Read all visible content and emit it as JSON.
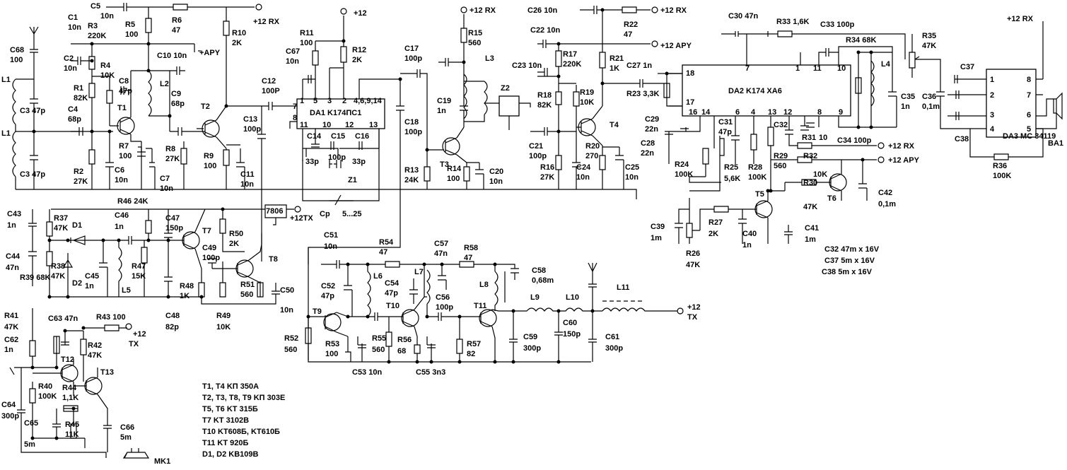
{
  "labels": [
    {
      "id": "c1",
      "t": "C1"
    },
    {
      "id": "c1v",
      "t": "10n"
    },
    {
      "id": "c5",
      "t": "C5"
    },
    {
      "id": "c5v",
      "t": "10n"
    },
    {
      "id": "r6",
      "t": "R6"
    },
    {
      "id": "r6v",
      "t": "47"
    },
    {
      "id": "rx1",
      "t": "+12 RX"
    },
    {
      "id": "r5",
      "t": "R5"
    },
    {
      "id": "r5v",
      "t": "100"
    },
    {
      "id": "r3",
      "t": "R3"
    },
    {
      "id": "r3v",
      "t": "220K"
    },
    {
      "id": "r10",
      "t": "R10"
    },
    {
      "id": "r10v",
      "t": "2K"
    },
    {
      "id": "c68",
      "t": "C68"
    },
    {
      "id": "c68v",
      "t": "100"
    },
    {
      "id": "c2",
      "t": "C2"
    },
    {
      "id": "c2v",
      "t": "10n"
    },
    {
      "id": "r4",
      "t": "R4"
    },
    {
      "id": "r4v",
      "t": "10K"
    },
    {
      "id": "c10",
      "t": "C10  10n"
    },
    {
      "id": "aru1",
      "t": "+APY"
    },
    {
      "id": "l1a",
      "t": "L1"
    },
    {
      "id": "r1",
      "t": "R1"
    },
    {
      "id": "r1v",
      "t": "82K"
    },
    {
      "id": "c8",
      "t": "C8"
    },
    {
      "id": "c8v",
      "t": "47p"
    },
    {
      "id": "l2",
      "t": "L2"
    },
    {
      "id": "c3a",
      "t": "C3  47p"
    },
    {
      "id": "c4",
      "t": "C4"
    },
    {
      "id": "c4v",
      "t": "68p"
    },
    {
      "id": "t1",
      "t": "T1"
    },
    {
      "id": "c9",
      "t": "C9"
    },
    {
      "id": "c9v",
      "t": "68p"
    },
    {
      "id": "t2",
      "t": "T2"
    },
    {
      "id": "l1b",
      "t": "L1"
    },
    {
      "id": "c3b",
      "t": "C3  47p"
    },
    {
      "id": "r7",
      "t": "R7"
    },
    {
      "id": "r7v",
      "t": "100"
    },
    {
      "id": "r8",
      "t": "R8"
    },
    {
      "id": "r8v",
      "t": "27K"
    },
    {
      "id": "r9",
      "t": "R9"
    },
    {
      "id": "r9v",
      "t": "100"
    },
    {
      "id": "r2",
      "t": "R2"
    },
    {
      "id": "r2v",
      "t": "27K"
    },
    {
      "id": "c6",
      "t": "C6"
    },
    {
      "id": "c6v",
      "t": "10n"
    },
    {
      "id": "c7",
      "t": "C7"
    },
    {
      "id": "c7v",
      "t": "10n"
    },
    {
      "id": "c11",
      "t": "C11"
    },
    {
      "id": "c11v",
      "t": "10n"
    },
    {
      "id": "p12",
      "t": "+12"
    },
    {
      "id": "r11",
      "t": "R11"
    },
    {
      "id": "r11v",
      "t": "100"
    },
    {
      "id": "r12",
      "t": "R12"
    },
    {
      "id": "r12v",
      "t": "2K"
    },
    {
      "id": "c67",
      "t": "C67"
    },
    {
      "id": "c67v",
      "t": "10n"
    },
    {
      "id": "c12",
      "t": "C12"
    },
    {
      "id": "c12v",
      "t": "100P"
    },
    {
      "id": "da1p1",
      "t": "1"
    },
    {
      "id": "da1p5",
      "t": "5"
    },
    {
      "id": "da1p3",
      "t": "3"
    },
    {
      "id": "da1p2",
      "t": "2"
    },
    {
      "id": "da1p4",
      "t": "4,6,9,14"
    },
    {
      "id": "da1p7",
      "t": "7"
    },
    {
      "id": "da1p8",
      "t": "8"
    },
    {
      "id": "da1",
      "t": "DA1 K174ПС1"
    },
    {
      "id": "da1p11",
      "t": "11"
    },
    {
      "id": "da1p10",
      "t": "10"
    },
    {
      "id": "da1p12",
      "t": "12"
    },
    {
      "id": "da1p13",
      "t": "13"
    },
    {
      "id": "c13",
      "t": "C13"
    },
    {
      "id": "c13v",
      "t": "100p"
    },
    {
      "id": "c14",
      "t": "C14"
    },
    {
      "id": "c15",
      "t": "C15"
    },
    {
      "id": "c16",
      "t": "C16"
    },
    {
      "id": "c15v",
      "t": "100p"
    },
    {
      "id": "c14v",
      "t": "33p"
    },
    {
      "id": "c16v",
      "t": "33p"
    },
    {
      "id": "z1",
      "t": "Z1"
    },
    {
      "id": "cp",
      "t": "Cp"
    },
    {
      "id": "cpv",
      "t": "5...25"
    },
    {
      "id": "c17",
      "t": "C17"
    },
    {
      "id": "c17v",
      "t": "100p"
    },
    {
      "id": "c18",
      "t": "C18"
    },
    {
      "id": "c18v",
      "t": "100p"
    },
    {
      "id": "rx2",
      "t": "+12 RX"
    },
    {
      "id": "r15",
      "t": "R15"
    },
    {
      "id": "r15v",
      "t": "560"
    },
    {
      "id": "l3",
      "t": "L3"
    },
    {
      "id": "z2",
      "t": "Z2"
    },
    {
      "id": "c19",
      "t": "C19"
    },
    {
      "id": "c19v",
      "t": "1n"
    },
    {
      "id": "t3",
      "t": "T3"
    },
    {
      "id": "r13",
      "t": "R13"
    },
    {
      "id": "r13v",
      "t": "24K"
    },
    {
      "id": "r14",
      "t": "R14"
    },
    {
      "id": "r14v",
      "t": "100"
    },
    {
      "id": "c20",
      "t": "C20"
    },
    {
      "id": "c20v",
      "t": "10n"
    },
    {
      "id": "c26",
      "t": "C26  10n"
    },
    {
      "id": "rx3",
      "t": "+12 RX"
    },
    {
      "id": "c22",
      "t": "C22  10n"
    },
    {
      "id": "r22",
      "t": "R22"
    },
    {
      "id": "r22v",
      "t": "47"
    },
    {
      "id": "aru2",
      "t": "+12 APY"
    },
    {
      "id": "r17",
      "t": "R17"
    },
    {
      "id": "r17v",
      "t": "220K"
    },
    {
      "id": "c23",
      "t": "C23  10n"
    },
    {
      "id": "r21",
      "t": "R21"
    },
    {
      "id": "r21v",
      "t": "1K"
    },
    {
      "id": "c27",
      "t": "C27 1n"
    },
    {
      "id": "r18",
      "t": "R18"
    },
    {
      "id": "r18v",
      "t": "82K"
    },
    {
      "id": "r19",
      "t": "R19"
    },
    {
      "id": "r19v",
      "t": "10K"
    },
    {
      "id": "r23",
      "t": "R23  3,3K"
    },
    {
      "id": "t4",
      "t": "T4"
    },
    {
      "id": "c21",
      "t": "C21"
    },
    {
      "id": "c21v",
      "t": "100p"
    },
    {
      "id": "r16",
      "t": "R16"
    },
    {
      "id": "r16v",
      "t": "27K"
    },
    {
      "id": "c24",
      "t": "C24"
    },
    {
      "id": "c24v",
      "t": "10n"
    },
    {
      "id": "r20",
      "t": "R20"
    },
    {
      "id": "r20v",
      "t": "270"
    },
    {
      "id": "c25",
      "t": "C25"
    },
    {
      "id": "c25v",
      "t": "10n"
    },
    {
      "id": "c30",
      "t": "C30   47n"
    },
    {
      "id": "r33",
      "t": "R33  1,6K"
    },
    {
      "id": "c33",
      "t": "C33  100p"
    },
    {
      "id": "r34",
      "t": "R34  68K"
    },
    {
      "id": "da2p7",
      "t": "7"
    },
    {
      "id": "da2p1",
      "t": "1"
    },
    {
      "id": "da2p11",
      "t": "11"
    },
    {
      "id": "da2p10",
      "t": "10"
    },
    {
      "id": "da2p18",
      "t": "18"
    },
    {
      "id": "da2p17",
      "t": "17"
    },
    {
      "id": "da2",
      "t": "DA2 K174 XA6"
    },
    {
      "id": "da2p16",
      "t": "16"
    },
    {
      "id": "da2p14",
      "t": "14"
    },
    {
      "id": "da2p6",
      "t": "6"
    },
    {
      "id": "da2p4",
      "t": "4"
    },
    {
      "id": "da2p13",
      "t": "13"
    },
    {
      "id": "da2p12",
      "t": "12"
    },
    {
      "id": "da2p8",
      "t": "8"
    },
    {
      "id": "da2p9",
      "t": "9"
    },
    {
      "id": "l4",
      "t": "L4"
    },
    {
      "id": "r35",
      "t": "R35"
    },
    {
      "id": "r35v",
      "t": "47K"
    },
    {
      "id": "rx4",
      "t": "+12 RX"
    },
    {
      "id": "c37",
      "t": "C37"
    },
    {
      "id": "c36",
      "t": "C36"
    },
    {
      "id": "c36v",
      "t": "0,1m"
    },
    {
      "id": "c35",
      "t": "C35"
    },
    {
      "id": "c35v",
      "t": "1n"
    },
    {
      "id": "da3p1",
      "t": "1"
    },
    {
      "id": "da3p2",
      "t": "2"
    },
    {
      "id": "da3p3",
      "t": "3"
    },
    {
      "id": "da3p4",
      "t": "4"
    },
    {
      "id": "da3p8",
      "t": "8"
    },
    {
      "id": "da3p7",
      "t": "7"
    },
    {
      "id": "da3p6",
      "t": "6"
    },
    {
      "id": "da3p5",
      "t": "5"
    },
    {
      "id": "da3",
      "t": "DA3  MC 34119"
    },
    {
      "id": "c38",
      "t": "C38"
    },
    {
      "id": "ba1",
      "t": "BA1"
    },
    {
      "id": "r36",
      "t": "R36"
    },
    {
      "id": "r36v",
      "t": "100K"
    },
    {
      "id": "c29",
      "t": "C29"
    },
    {
      "id": "c29v",
      "t": "22n"
    },
    {
      "id": "c28",
      "t": "C28"
    },
    {
      "id": "c28v",
      "t": "22n"
    },
    {
      "id": "c31",
      "t": "C31"
    },
    {
      "id": "c31v",
      "t": "47p"
    },
    {
      "id": "c32",
      "t": "C32"
    },
    {
      "id": "r31",
      "t": "R31"
    },
    {
      "id": "rx5",
      "t": "+12 RX"
    },
    {
      "id": "da2p10b",
      "t": "10"
    },
    {
      "id": "c34",
      "t": "C34  100p"
    },
    {
      "id": "r29",
      "t": "R29"
    },
    {
      "id": "r29v",
      "t": "560"
    },
    {
      "id": "r32",
      "t": "R32"
    },
    {
      "id": "aru3",
      "t": "+12 APY"
    },
    {
      "id": "r24",
      "t": "R24"
    },
    {
      "id": "r24v",
      "t": "100K"
    },
    {
      "id": "r25",
      "t": "R25"
    },
    {
      "id": "r25v",
      "t": "5,6K"
    },
    {
      "id": "r28",
      "t": "R28"
    },
    {
      "id": "r28v",
      "t": "100K"
    },
    {
      "id": "r30",
      "t": "R30"
    },
    {
      "id": "r30v",
      "t": "47K"
    },
    {
      "id": "r32v",
      "t": "10K"
    },
    {
      "id": "t6",
      "t": "T6"
    },
    {
      "id": "c42",
      "t": "C42"
    },
    {
      "id": "c42v",
      "t": "0,1m"
    },
    {
      "id": "t5",
      "t": "T5"
    },
    {
      "id": "c39",
      "t": "C39"
    },
    {
      "id": "c39v",
      "t": "1m"
    },
    {
      "id": "r27",
      "t": "R27"
    },
    {
      "id": "r27v",
      "t": "2K"
    },
    {
      "id": "c40",
      "t": "C40"
    },
    {
      "id": "c40v",
      "t": "1n"
    },
    {
      "id": "c41",
      "t": "C41"
    },
    {
      "id": "c41v",
      "t": "1m"
    },
    {
      "id": "r26",
      "t": "R26"
    },
    {
      "id": "r26v",
      "t": "47K"
    },
    {
      "id": "n32",
      "t": "C32   47m x 16V"
    },
    {
      "id": "n37",
      "t": "C37   5m  x 16V"
    },
    {
      "id": "n38",
      "t": "C38  5m x 16V"
    },
    {
      "id": "r46",
      "t": "R46  24K"
    },
    {
      "id": "c43",
      "t": "C43"
    },
    {
      "id": "c43v",
      "t": "1n"
    },
    {
      "id": "r37",
      "t": "R37"
    },
    {
      "id": "r37v",
      "t": "47K"
    },
    {
      "id": "d1",
      "t": "D1"
    },
    {
      "id": "c46",
      "t": "C46"
    },
    {
      "id": "c46v",
      "t": "1n"
    },
    {
      "id": "c47",
      "t": "C47"
    },
    {
      "id": "c47v",
      "t": "150p"
    },
    {
      "id": "reg",
      "t": "7806"
    },
    {
      "id": "tx1",
      "t": "+12TX"
    },
    {
      "id": "t7",
      "t": "T7"
    },
    {
      "id": "r50",
      "t": "R50"
    },
    {
      "id": "r50v",
      "t": "2K"
    },
    {
      "id": "c44",
      "t": "C44"
    },
    {
      "id": "c44v",
      "t": "47n"
    },
    {
      "id": "c49",
      "t": "C49"
    },
    {
      "id": "c49v",
      "t": "100p"
    },
    {
      "id": "t8",
      "t": "T8"
    },
    {
      "id": "r38",
      "t": "R38"
    },
    {
      "id": "r38v",
      "t": "47K"
    },
    {
      "id": "d2",
      "t": "D2"
    },
    {
      "id": "c45",
      "t": "C45"
    },
    {
      "id": "c45v",
      "t": "1n"
    },
    {
      "id": "r47",
      "t": "R47"
    },
    {
      "id": "r47v",
      "t": "15K"
    },
    {
      "id": "l5",
      "t": "L5"
    },
    {
      "id": "r48",
      "t": "R48"
    },
    {
      "id": "r48v",
      "t": "1K"
    },
    {
      "id": "r51",
      "t": "R51"
    },
    {
      "id": "r51v",
      "t": "560"
    },
    {
      "id": "c50",
      "t": "C50"
    },
    {
      "id": "c50v",
      "t": "10n"
    },
    {
      "id": "r39",
      "t": "R39  68K"
    },
    {
      "id": "c48",
      "t": "C48"
    },
    {
      "id": "c48v",
      "t": "82p"
    },
    {
      "id": "r49",
      "t": "R49"
    },
    {
      "id": "r49v",
      "t": "10K"
    },
    {
      "id": "r41",
      "t": "R41"
    },
    {
      "id": "r41v",
      "t": "47K"
    },
    {
      "id": "c63",
      "t": "C63  47n"
    },
    {
      "id": "r43",
      "t": "R43  100"
    },
    {
      "id": "tx2",
      "t": "+12"
    },
    {
      "id": "tx2b",
      "t": "TX"
    },
    {
      "id": "c62",
      "t": "C62"
    },
    {
      "id": "c62v",
      "t": "1n"
    },
    {
      "id": "r42",
      "t": "R42"
    },
    {
      "id": "r42v",
      "t": "47K"
    },
    {
      "id": "t12",
      "t": "T12"
    },
    {
      "id": "t13",
      "t": "T13"
    },
    {
      "id": "r40",
      "t": "R40"
    },
    {
      "id": "r40v",
      "t": "100K"
    },
    {
      "id": "r44",
      "t": "R44"
    },
    {
      "id": "r44v",
      "t": "1,1K"
    },
    {
      "id": "c64",
      "t": "C64"
    },
    {
      "id": "c64v",
      "t": "300p"
    },
    {
      "id": "r45",
      "t": "R45"
    },
    {
      "id": "r45v",
      "t": "11K"
    },
    {
      "id": "c65",
      "t": "C65"
    },
    {
      "id": "c65v",
      "t": "5m"
    },
    {
      "id": "c66",
      "t": "C66"
    },
    {
      "id": "c66v",
      "t": "5m"
    },
    {
      "id": "mk1",
      "t": "MK1"
    },
    {
      "id": "c51",
      "t": "C51"
    },
    {
      "id": "c51v",
      "t": "10n"
    },
    {
      "id": "r54",
      "t": "R54"
    },
    {
      "id": "r54v",
      "t": "47"
    },
    {
      "id": "c57",
      "t": "C57"
    },
    {
      "id": "c57v",
      "t": "47n"
    },
    {
      "id": "r58",
      "t": "R58"
    },
    {
      "id": "r58v",
      "t": "47"
    },
    {
      "id": "c58",
      "t": "C58"
    },
    {
      "id": "c58v",
      "t": "0,68m"
    },
    {
      "id": "l6",
      "t": "L6"
    },
    {
      "id": "l7",
      "t": "L7"
    },
    {
      "id": "c52",
      "t": "C52"
    },
    {
      "id": "c52v",
      "t": "47p"
    },
    {
      "id": "c54",
      "t": "C54"
    },
    {
      "id": "c54v",
      "t": "47p"
    },
    {
      "id": "c56",
      "t": "C56"
    },
    {
      "id": "c56v",
      "t": "100p"
    },
    {
      "id": "l8",
      "t": "L8"
    },
    {
      "id": "t9",
      "t": "T9"
    },
    {
      "id": "t10",
      "t": "T10"
    },
    {
      "id": "t11",
      "t": "T11"
    },
    {
      "id": "l9",
      "t": "L9"
    },
    {
      "id": "l10",
      "t": "L10"
    },
    {
      "id": "l11",
      "t": "L11"
    },
    {
      "id": "tx3",
      "t": "+12"
    },
    {
      "id": "tx3b",
      "t": "TX"
    },
    {
      "id": "c59",
      "t": "C59"
    },
    {
      "id": "c59v",
      "t": "300p"
    },
    {
      "id": "c60",
      "t": "C60"
    },
    {
      "id": "c60v",
      "t": "150p"
    },
    {
      "id": "c61",
      "t": "C61"
    },
    {
      "id": "c61v",
      "t": "300p"
    },
    {
      "id": "r52",
      "t": "R52"
    },
    {
      "id": "r52v",
      "t": "560"
    },
    {
      "id": "r53",
      "t": "R53"
    },
    {
      "id": "r53v",
      "t": "100"
    },
    {
      "id": "r55",
      "t": "R55"
    },
    {
      "id": "r55v",
      "t": "560"
    },
    {
      "id": "r56",
      "t": "R56"
    },
    {
      "id": "r56v",
      "t": "68"
    },
    {
      "id": "r57",
      "t": "R57"
    },
    {
      "id": "r57v",
      "t": "82"
    },
    {
      "id": "c53",
      "t": "C53 10n"
    },
    {
      "id": "c55",
      "t": "C55  3n3"
    },
    {
      "id": "lg1",
      "t": "T1, T4   KП 350A"
    },
    {
      "id": "lg2",
      "t": "T2, T3, T8, T9   KП 303E"
    },
    {
      "id": "lg3",
      "t": "T5, T6   KT 315Б"
    },
    {
      "id": "lg4",
      "t": "T7   KT 3102B"
    },
    {
      "id": "lg5",
      "t": "T10  KT608Б, KT610Б"
    },
    {
      "id": "lg6",
      "t": "T11   KT 920Б"
    },
    {
      "id": "lg7",
      "t": "D1, D2   KB109B"
    }
  ]
}
